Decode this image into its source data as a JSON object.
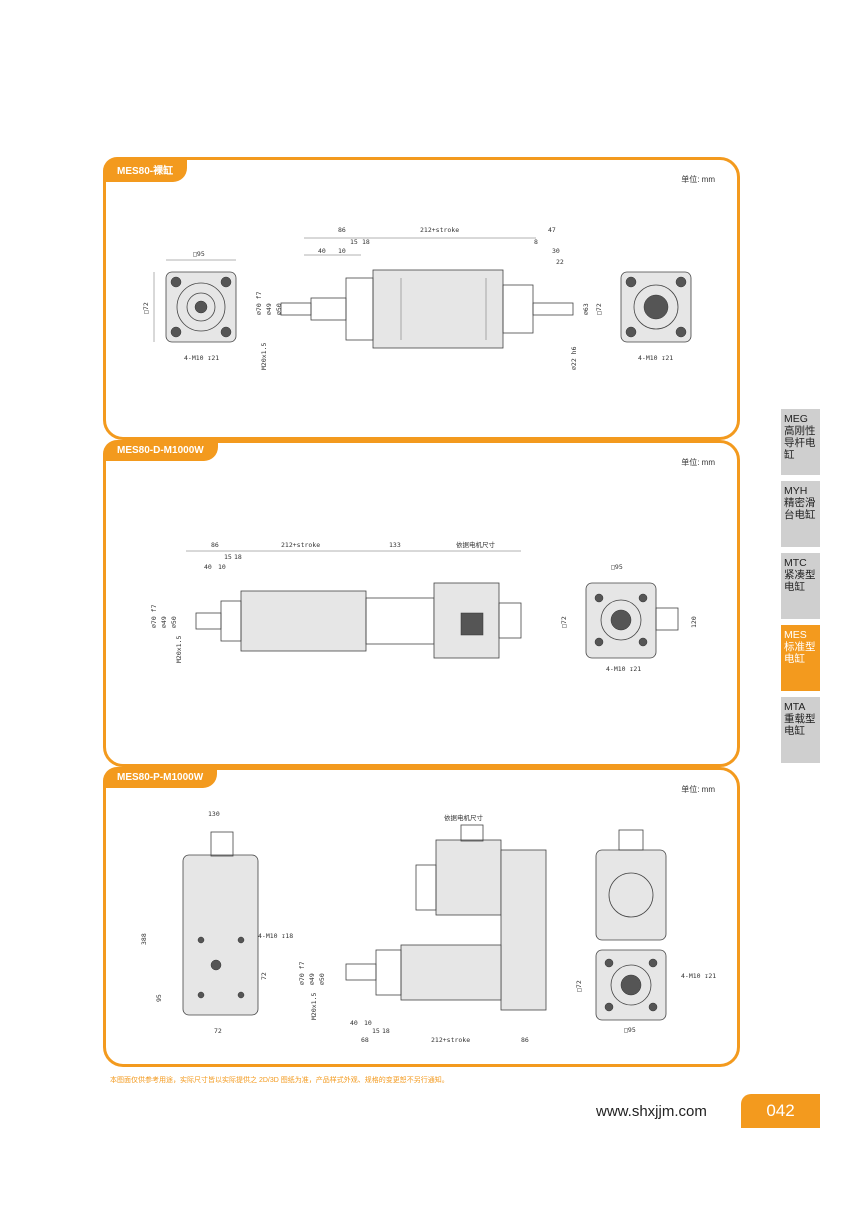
{
  "panels": [
    {
      "tab": "MES80-裸缸",
      "unit": "单位: mm",
      "dims": [
        "□95",
        "□72",
        "4-M10 ↧21",
        "86",
        "40",
        "10",
        "15",
        "18",
        "212+stroke",
        "47",
        "8",
        "30",
        "22",
        "∅70 f7",
        "∅49",
        "∅50",
        "M20x1.5",
        "∅63",
        "□72",
        "∅22 h6",
        "4-M10 ↧21"
      ]
    },
    {
      "tab": "MES80-D-M1000W",
      "unit": "单位: mm",
      "dims": [
        "86",
        "15",
        "18",
        "212+stroke",
        "133",
        "依据电机尺寸",
        "40",
        "10",
        "∅70 f7",
        "∅49",
        "∅50",
        "M20x1.5",
        "□95",
        "□72",
        "120",
        "4-M10 ↧21"
      ]
    },
    {
      "tab": "MES80-P-M1000W",
      "unit": "单位: mm",
      "dims": [
        "130",
        "4-M10 ↧18",
        "388",
        "72",
        "95",
        "72",
        "依据电机尺寸",
        "∅70 f7",
        "∅49",
        "∅50",
        "M20x1.5",
        "40",
        "10",
        "15",
        "18",
        "68",
        "212+stroke",
        "86",
        "□72",
        "4-M10 ↧21",
        "□95"
      ]
    }
  ],
  "side_nav": [
    {
      "label": "MEG 高刚性导杆电缸",
      "active": false
    },
    {
      "label": "MYH 精密滑台电缸",
      "active": false
    },
    {
      "label": "MTC 紧凑型电缸",
      "active": false
    },
    {
      "label": "MES 标准型电缸",
      "active": true
    },
    {
      "label": "MTA 重载型电缸",
      "active": false
    }
  ],
  "footnote": "本图面仅供参考用途，实际尺寸皆以实际提供之 2D/3D 图纸为准，产品样式外观、规格的变更恕不另行通知。",
  "website": "www.shxjjm.com",
  "page_number": "042",
  "colors": {
    "accent": "#f39a1e",
    "nav_inactive": "#cfcfcf"
  }
}
